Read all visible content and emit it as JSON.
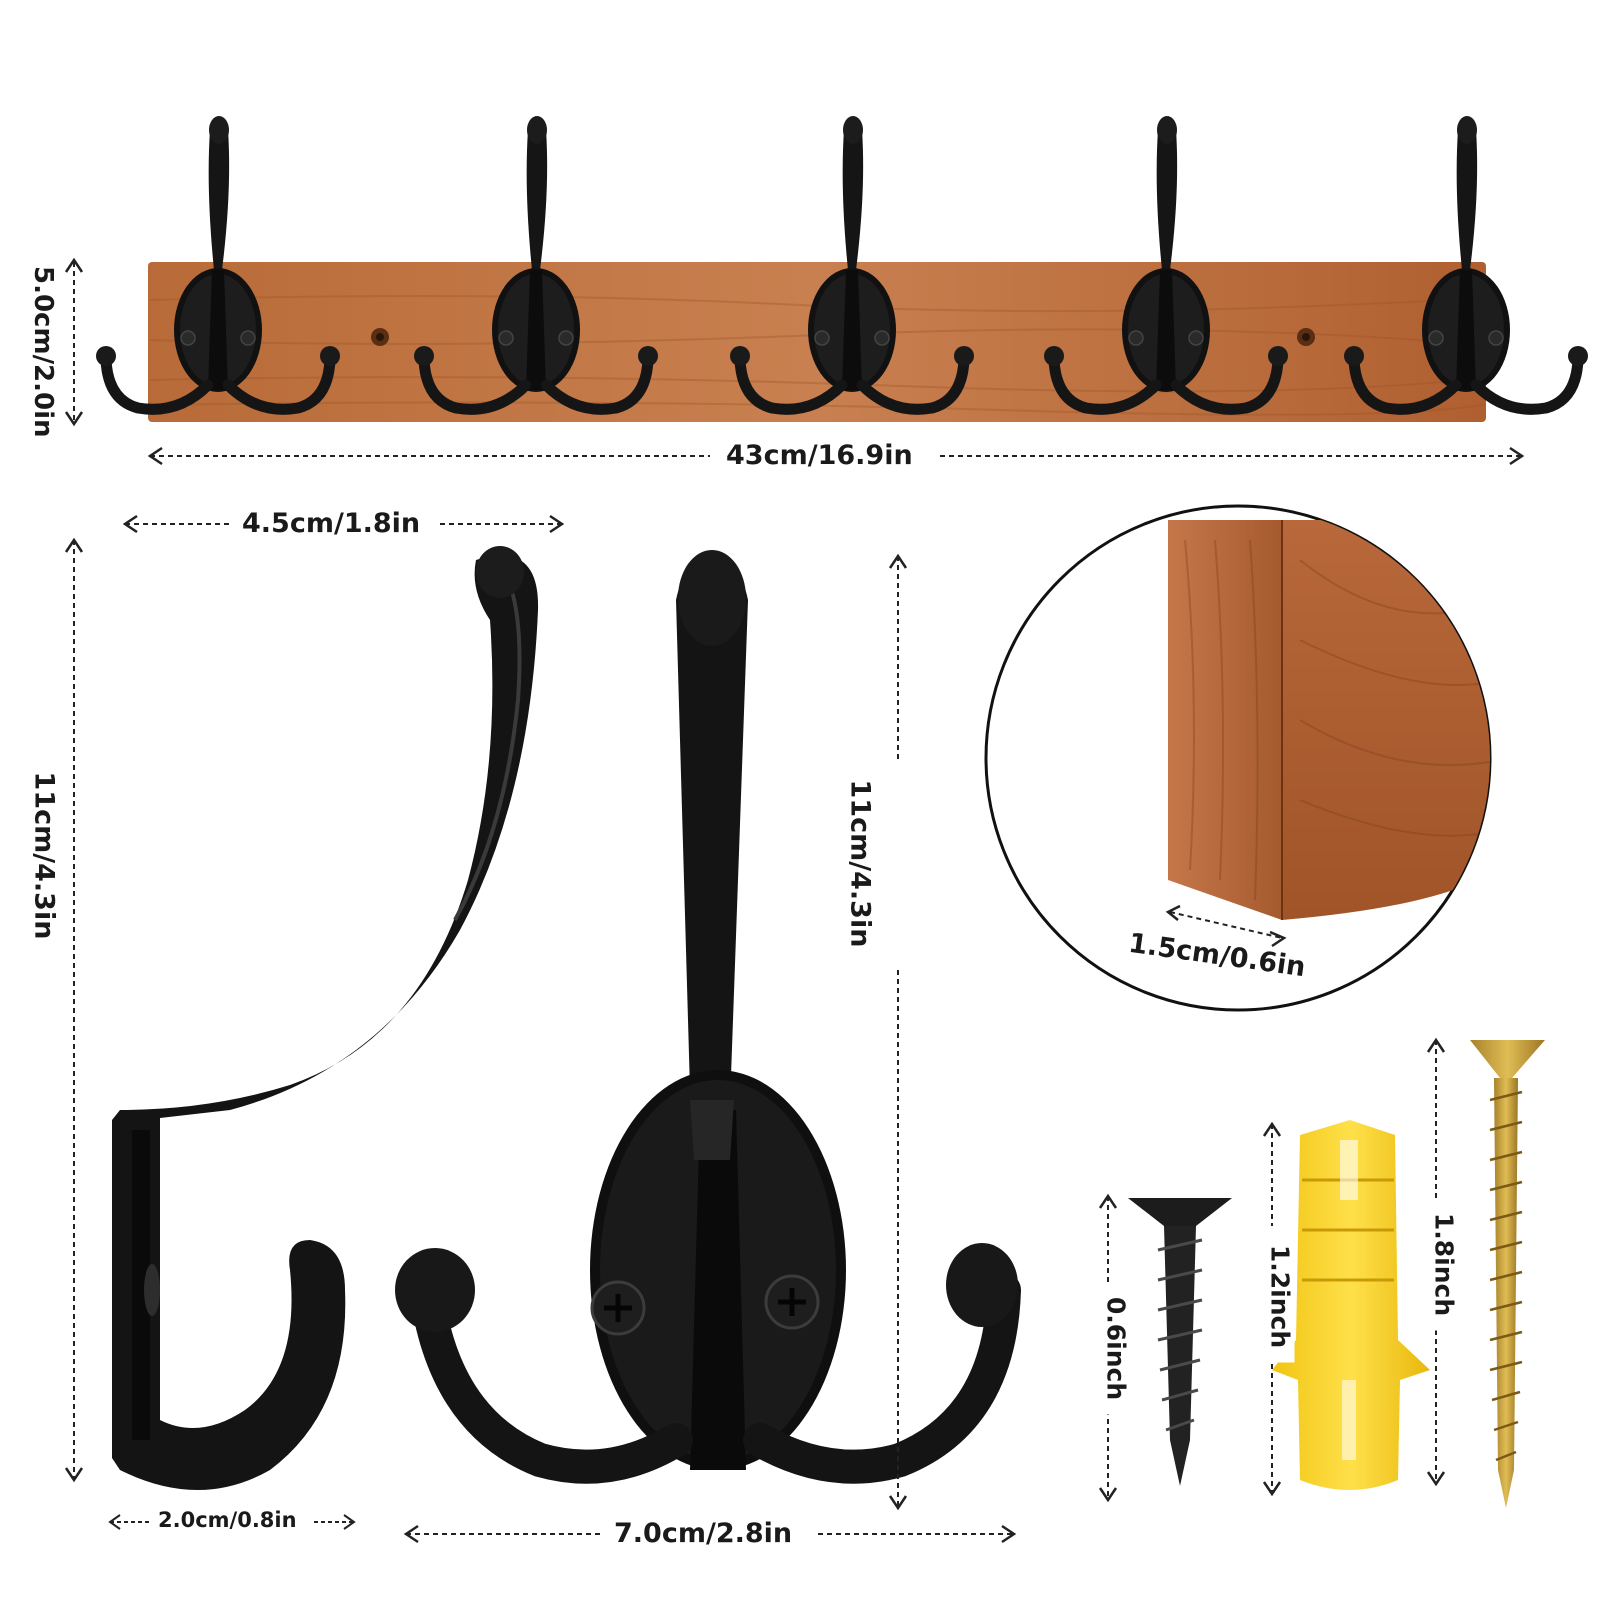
{
  "colors": {
    "wood_light": "#c47a45",
    "wood_dark": "#8a4a22",
    "hook_black": "#141414",
    "screw_black": "#1c1c1c",
    "anchor_yellow": "#f7d21e",
    "screw_gold": "#c9a03a"
  },
  "dimensions": {
    "rack_height": "5.0cm/2.0in",
    "rack_length": "43cm/16.9in",
    "hook_side_width": "4.5cm/1.8in",
    "hook_side_height": "11cm/4.3in",
    "hook_front_height": "11cm/4.3in",
    "hook_base_width": "2.0cm/0.8in",
    "hook_front_width": "7.0cm/2.8in",
    "board_thickness": "1.5cm/0.6in",
    "screw_short": "0.6inch",
    "anchor_length": "1.2inch",
    "screw_long": "1.8inch"
  }
}
